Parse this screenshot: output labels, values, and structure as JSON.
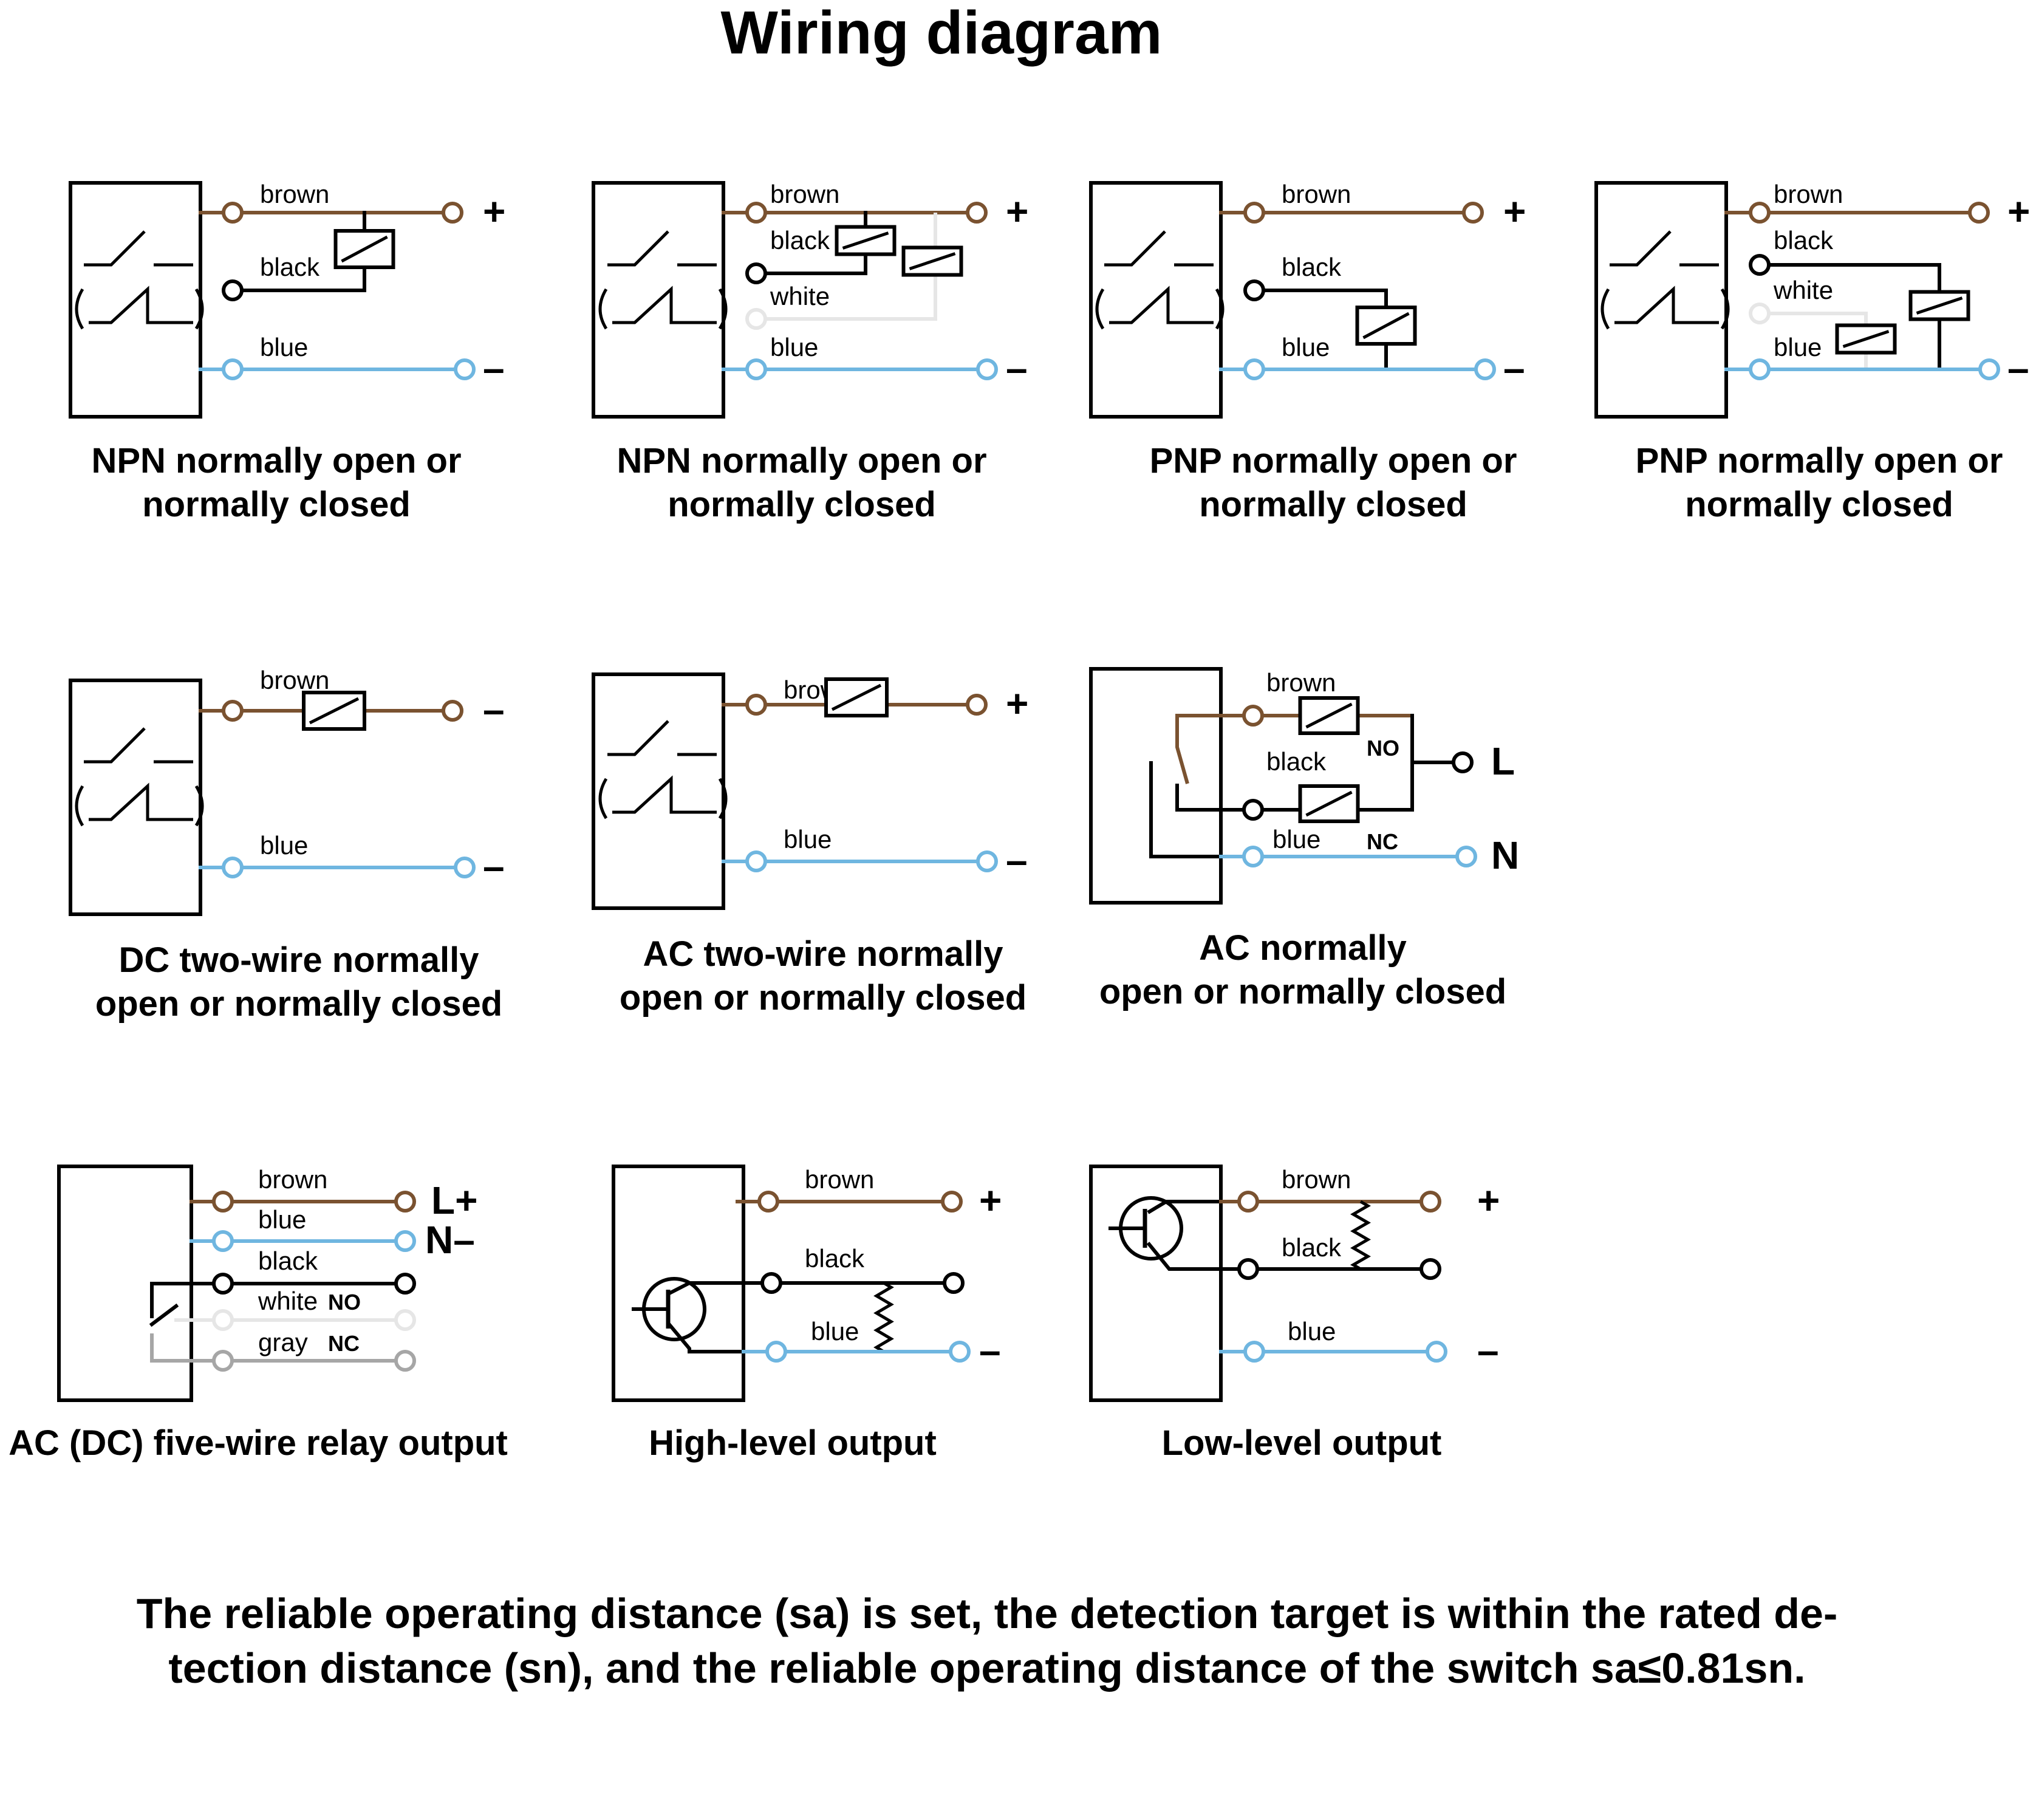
{
  "title": "Wiring diagram",
  "colors": {
    "brown": "#7a5230",
    "blue": "#6fb6e0",
    "black": "#000000",
    "white": "#e6e6e6",
    "gray": "#a6a6a6"
  },
  "wire_labels": {
    "brown": "brown",
    "black": "black",
    "white": "white",
    "blue": "blue",
    "gray": "gray",
    "brown_partial": "brow"
  },
  "terminals": {
    "plus": "+",
    "minus": "–",
    "L": "L",
    "N": "N",
    "L_plus": "L+",
    "N_minus": "N–"
  },
  "tags": {
    "no": "NO",
    "nc": "NC"
  },
  "diagrams": [
    {
      "id": "npn-1",
      "caption": [
        "NPN normally open or",
        "normally closed"
      ]
    },
    {
      "id": "npn-2",
      "caption": [
        "NPN normally open or",
        "normally closed"
      ]
    },
    {
      "id": "pnp-1",
      "caption": [
        "PNP normally open or",
        "normally closed"
      ]
    },
    {
      "id": "pnp-2",
      "caption": [
        "PNP normally open or",
        "normally closed"
      ]
    },
    {
      "id": "dc-two-wire",
      "caption": [
        "DC two-wire normally",
        "open or normally closed"
      ]
    },
    {
      "id": "ac-two-wire",
      "caption": [
        "AC two-wire normally",
        "open or normally closed"
      ]
    },
    {
      "id": "ac-relay",
      "caption": [
        "AC normally",
        "open or normally closed"
      ]
    },
    {
      "id": "five-wire",
      "caption": [
        "AC (DC) five-wire relay output"
      ]
    },
    {
      "id": "high-level",
      "caption": [
        "High-level output"
      ]
    },
    {
      "id": "low-level",
      "caption": [
        "Low-level output"
      ]
    }
  ],
  "footnote": [
    "The reliable operating distance (sa) is set, the detection target is within the rated de-",
    "tection distance (sn), and the reliable operating distance of the switch sa≤0.81sn."
  ]
}
